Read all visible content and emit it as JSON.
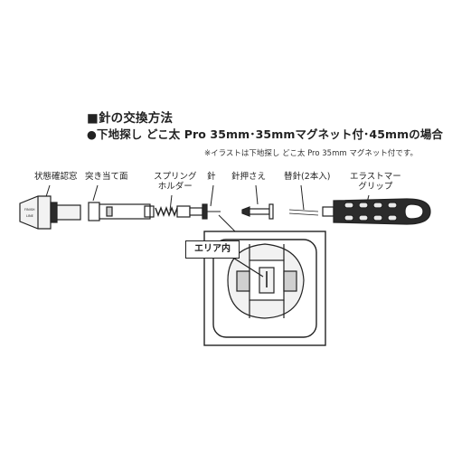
{
  "heading": {
    "title": "■針の交換方法",
    "subtitle": "●下地探し どこ太 Pro 35mm･35mmマグネット付･45mmの場合",
    "note": "※イラストは下地探し どこ太 Pro 35mm マグネット付です。"
  },
  "labels": {
    "status_window": "状態確認窓",
    "stopper_face": "突き当て面",
    "spring_holder": "スプリング\nホルダー",
    "needle": "針",
    "needle_retainer": "針押さえ",
    "spare_needles": "替針(2本入)",
    "elastomer_grip": "エラストマー\nグリップ",
    "area_inside": "エリア内"
  },
  "device_markings": {
    "line1": "FINISH",
    "line2": "LINE"
  },
  "colors": {
    "line": "#222222",
    "grip_dark": "#2b2b2b",
    "grip_light": "#e9e9e9",
    "fill_light": "#f2f2f2",
    "fill_mid": "#cfcfcf"
  }
}
